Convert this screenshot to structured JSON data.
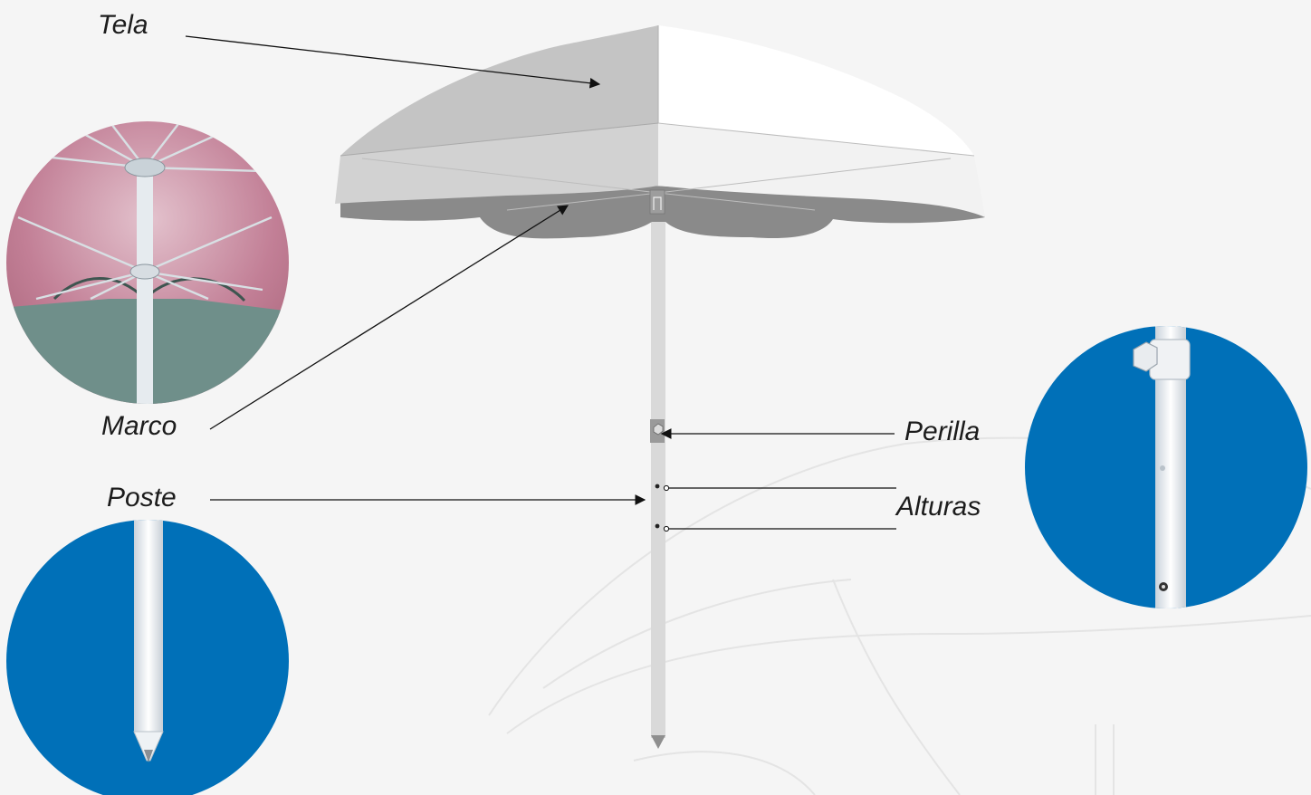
{
  "labels": {
    "tela": "Tela",
    "marco": "Marco",
    "poste": "Poste",
    "perilla": "Perilla",
    "alturas": "Alturas"
  },
  "colors": {
    "background": "#f5f5f5",
    "canopy_left": "#c4c4c4",
    "canopy_right": "#ffffff",
    "canopy_under": "#8a8a8a",
    "detail_circle_blue": "#0070b8",
    "underside_pink": "#b9748a",
    "pole": "#d9d9d9",
    "line": "#111111"
  },
  "details": {
    "frame_photo": "umbrella-frame-underside",
    "knob_photo": "pole-knob-closeup",
    "tip_photo": "pole-pointed-tip"
  }
}
